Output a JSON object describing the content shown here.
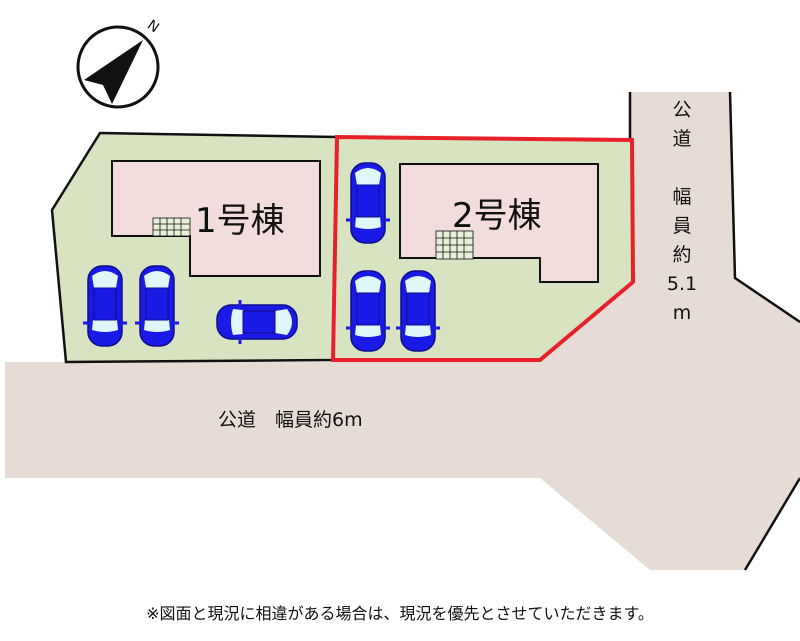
{
  "compass": {
    "north_label": "N"
  },
  "buildings": [
    {
      "label": "1号棟"
    },
    {
      "label": "2号棟"
    }
  ],
  "roads": {
    "main": "公道　幅員約6m",
    "side": [
      "公",
      "道",
      "",
      "幅",
      "員",
      "約",
      "5.1",
      "m"
    ]
  },
  "note": "※図面と現況に相違がある場合は、現況を優先とさせていただきます。",
  "colors": {
    "road": "#e6dbd5",
    "lot": "#d8e3c2",
    "building": "#f2dcdc",
    "highlight": "#e8202a",
    "car": "#1a1ae6"
  }
}
